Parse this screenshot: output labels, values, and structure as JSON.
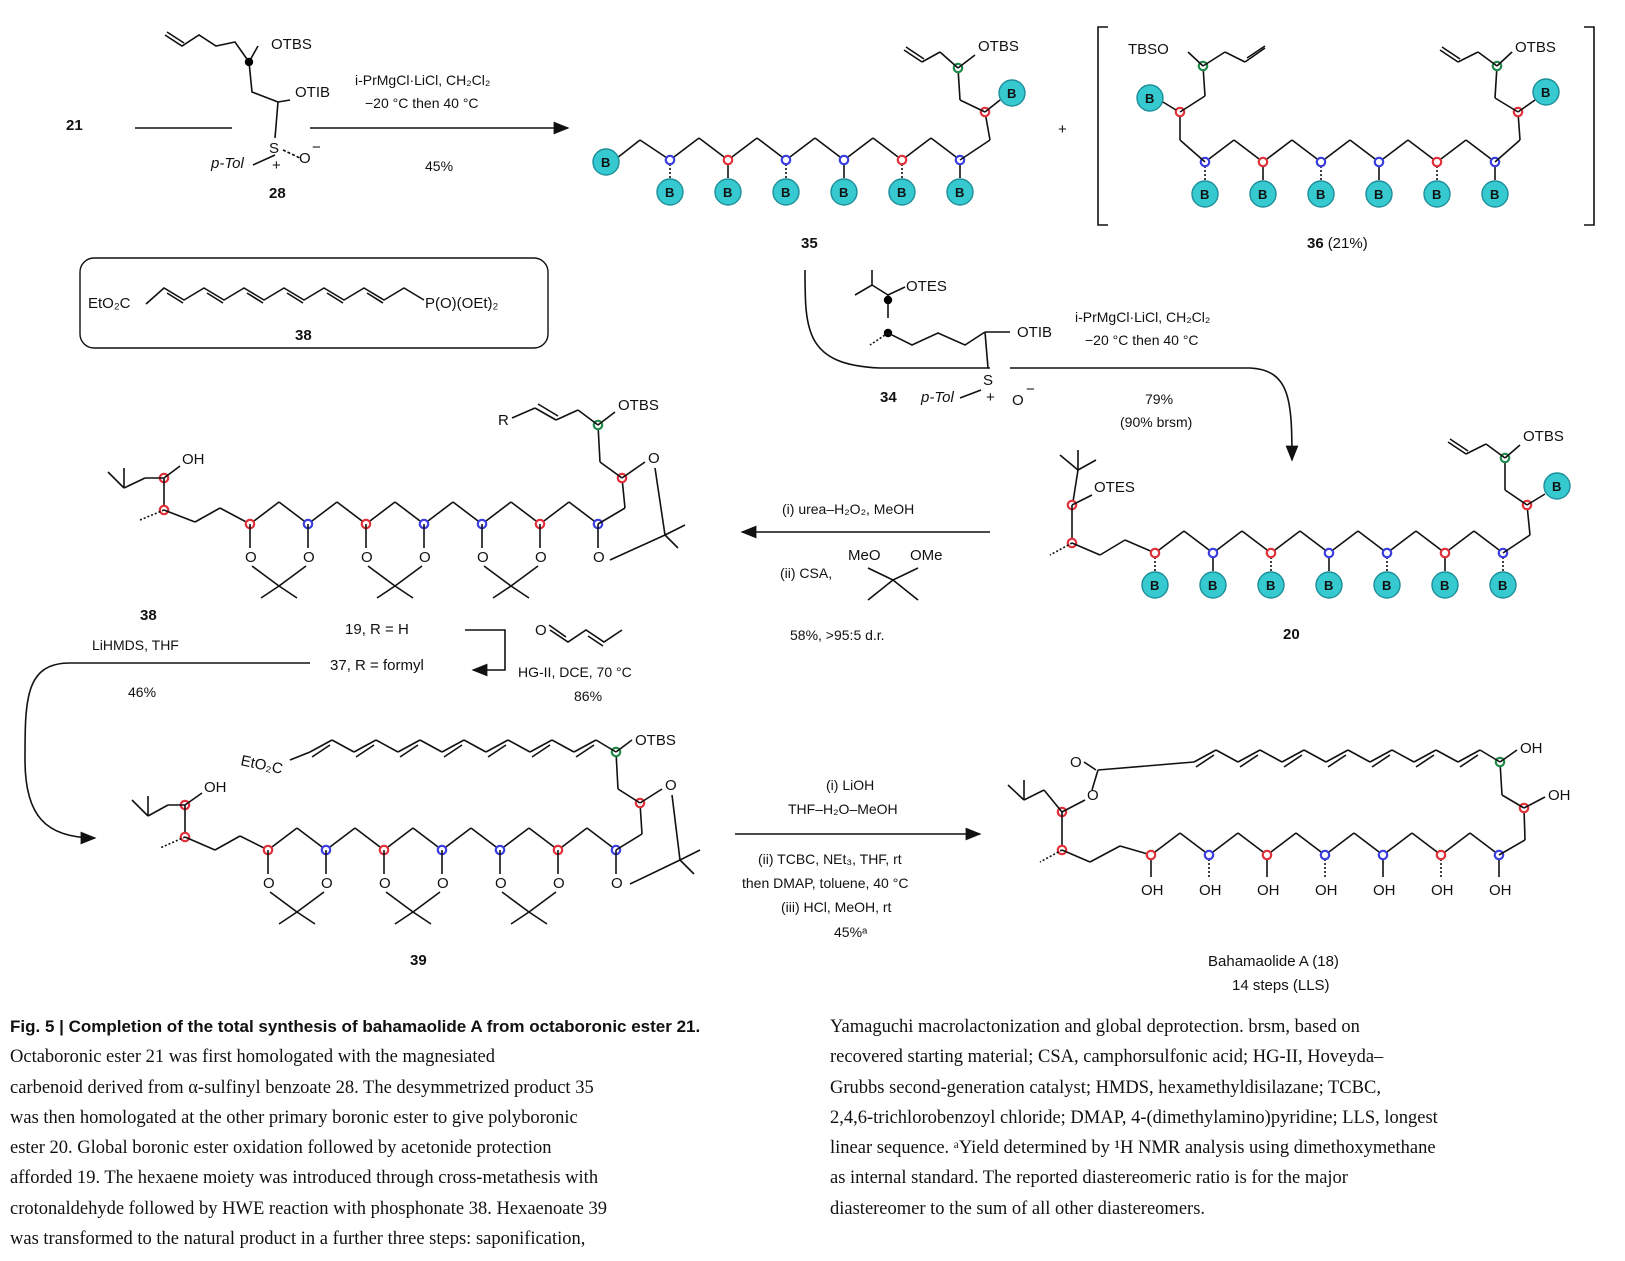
{
  "figure": {
    "labels": {
      "c21": "21",
      "c28": "28",
      "c35": "35",
      "c36": "36",
      "c36_yield": "(21%)",
      "c38": "38",
      "c34": "34",
      "c20": "20",
      "c19": "19",
      "c37": "37",
      "c39": "39",
      "c18_name": "Bahamaolide A (18)",
      "c18_steps": "14 steps (LLS)",
      "c19_r": ", R = H",
      "c37_r": ", R = formyl",
      "c38b": "38"
    },
    "groups": {
      "otbs": "OTBS",
      "otib": "OTIB",
      "ptol": "p-Tol",
      "tbso": "TBSO",
      "otes": "OTES",
      "oh": "OH",
      "etoc": "EtO₂C",
      "po": "P(O)(OEt)₂",
      "r": "R",
      "b": "B",
      "s": "S",
      "o": "O",
      "meo": "MeO",
      "ome": "OMe",
      "plus": "+"
    },
    "conditions": {
      "step1_a": "i-PrMgCl·LiCl, CH₂Cl₂",
      "step1_b": "−20 °C then 40 °C",
      "step1_c": "45%",
      "step2_a": "i-PrMgCl·LiCl, CH₂Cl₂",
      "step2_b": "−20 °C then 40 °C",
      "step2_c": "79%",
      "step2_d": "(90% brsm)",
      "step3_a": "(i) urea–H₂O₂, MeOH",
      "step3_b": "(ii) CSA,",
      "step3_c": "58%, >95:5 d.r.",
      "step4_a": "HG-II, DCE, 70 °C",
      "step4_b": "86%",
      "step5_a": "LiHMDS, THF",
      "step5_b": "46%",
      "step6_a": "(i) LiOH",
      "step6_b": "THF–H₂O–MeOH",
      "step6_c": "(ii) TCBC, NEt₃, THF, rt",
      "step6_d": "then DMAP, toluene, 40 °C",
      "step6_e": "(iii) HCl, MeOH, rt",
      "step6_f": "45%ᵃ"
    }
  },
  "caption": {
    "title": "Fig. 5 | Completion of the total synthesis of bahamaolide A from octaboronic ester 21.",
    "lines_left": [
      "Octaboronic ester 21 was first homologated with the magnesiated",
      "carbenoid derived from α-sulfinyl benzoate 28. The desymmetrized product 35",
      "was then homologated at the other primary boronic ester to give polyboronic",
      "ester 20. Global boronic ester oxidation followed by acetonide protection",
      "afforded 19. The hexaene moiety was introduced through cross-metathesis with",
      "crotonaldehyde followed by HWE reaction with phosphonate 38. Hexaenoate 39",
      "was transformed to the natural product in a further three steps: saponification,"
    ],
    "lines_right": [
      "Yamaguchi macrolactonization and global deprotection. brsm, based on",
      "recovered starting material; CSA, camphorsulfonic acid; HG-II, Hoveyda–",
      "Grubbs second-generation catalyst; HMDS, hexamethyldisilazane; TCBC,",
      "2,4,6-trichlorobenzoyl chloride; DMAP, 4-(dimethylamino)pyridine; LLS, longest",
      "linear sequence. ᵃYield determined by ¹H NMR analysis using dimethoxymethane",
      "as internal standard. The reported diastereomeric ratio is for the major",
      "diastereomer to the sum of all other diastereomers."
    ]
  },
  "colors": {
    "boron_fill": "#36c9cf",
    "boron_stroke": "#1d8e99",
    "red_center": "#e0303a",
    "blue_center": "#3a3ee0",
    "green_center": "#1f8a4a"
  }
}
